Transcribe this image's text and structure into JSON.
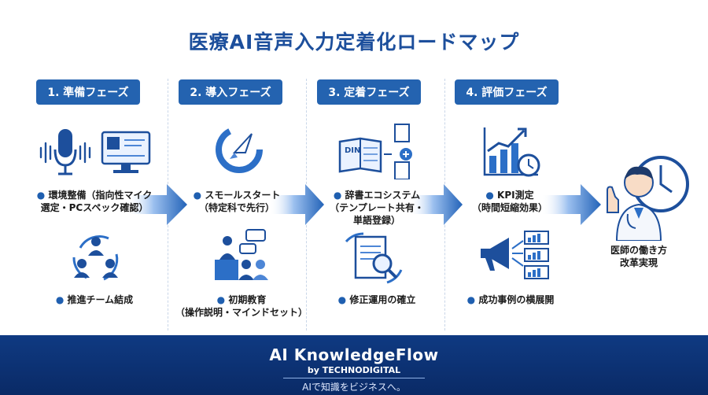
{
  "title": "医療AI音声入力定着化ロードマップ",
  "phases": [
    {
      "badge": "1. 準備フェーズ",
      "top_item": {
        "bullet": "●",
        "line1": "環境整備（指向性マイク",
        "line2": "選定・PCスペック確認）"
      },
      "bottom_item": {
        "bullet": "●",
        "line1": "推進チーム結成"
      }
    },
    {
      "badge": "2. 導入フェーズ",
      "top_item": {
        "bullet": "●",
        "line1": "スモールスタート",
        "line2": "（特定科で先行）"
      },
      "bottom_item": {
        "bullet": "●",
        "line1": "初期教育",
        "line2": "（操作説明・マインドセット）"
      }
    },
    {
      "badge": "3. 定着フェーズ",
      "top_item": {
        "bullet": "●",
        "line1": "辞書エコシステム",
        "line2": "（テンプレート共有・",
        "line3": "単語登録）"
      },
      "bottom_item": {
        "bullet": "●",
        "line1": "修正運用の確立"
      }
    },
    {
      "badge": "4. 評価フェーズ",
      "top_item": {
        "bullet": "●",
        "line1": "KPI測定",
        "line2": "（時間短縮効果）"
      },
      "bottom_item": {
        "bullet": "●",
        "line1": "成功事例の横展開"
      }
    }
  ],
  "goal": {
    "line1": "医師の働き方",
    "line2": "改革実現"
  },
  "icon_labels": {
    "din": "DIN"
  },
  "footer": {
    "brand": "AI KnowledgeFlow",
    "by": "by TECHNODIGITAL",
    "tagline": "AIで知識をビジネスへ。"
  },
  "colors": {
    "primary": "#2463b0",
    "dark": "#1d4f9c",
    "footer": "#0f3a82",
    "arrow": "#2c6fc7"
  }
}
